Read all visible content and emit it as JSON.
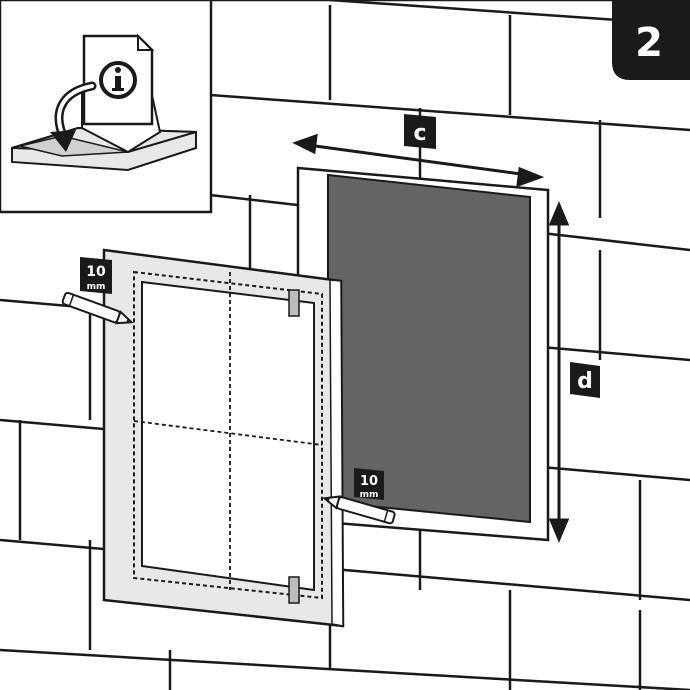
{
  "step": {
    "number": "2"
  },
  "dimensions": {
    "width_label": "c",
    "height_label": "d"
  },
  "markers": [
    {
      "value": "10",
      "unit": "mm"
    },
    {
      "value": "10",
      "unit": "mm"
    }
  ],
  "icons": {
    "info": "info-icon",
    "rotate_arrow": "rotate-arrow-icon",
    "pencil": "pencil-icon"
  },
  "colors": {
    "outline": "#1a1a1a",
    "wall": "#ffffff",
    "backing": "#646464",
    "panel_fill": "#e8e8e8",
    "badge": "#1a1a1a",
    "badge_text": "#ffffff"
  }
}
